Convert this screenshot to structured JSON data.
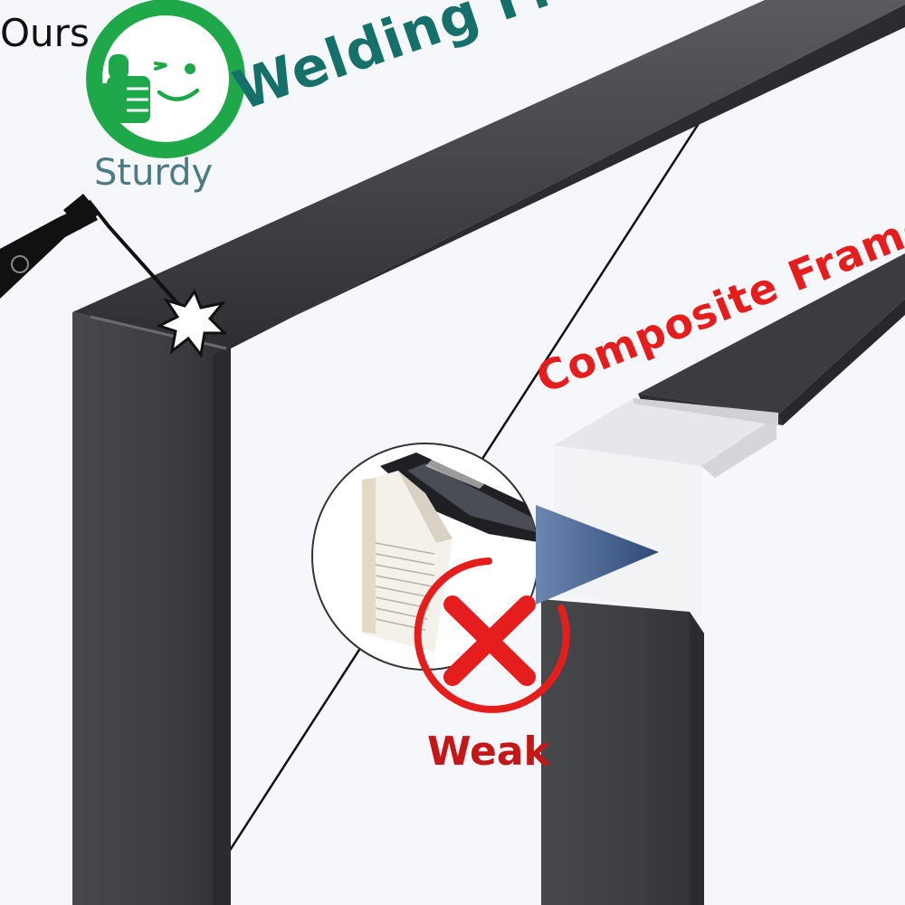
{
  "labels": {
    "ours": "Ours",
    "sturdy": "Sturdy",
    "welding_frame": "Welding Frame",
    "composite_frame": "Composite Frame",
    "weak": "Weak"
  },
  "colors": {
    "sturdy_green": "#1fa84a",
    "welding_teal": "#15706a",
    "composite_red": "#e61d1d",
    "weak_red": "#c41818",
    "frame_dark": "#3f4043",
    "corner_white": "#eef0f3",
    "arrow_blue": "#3d5a86"
  },
  "icons": [
    "thumbs-up-wink-icon",
    "welding-torch-icon",
    "weld-spark-icon",
    "cross-mark-icon"
  ]
}
